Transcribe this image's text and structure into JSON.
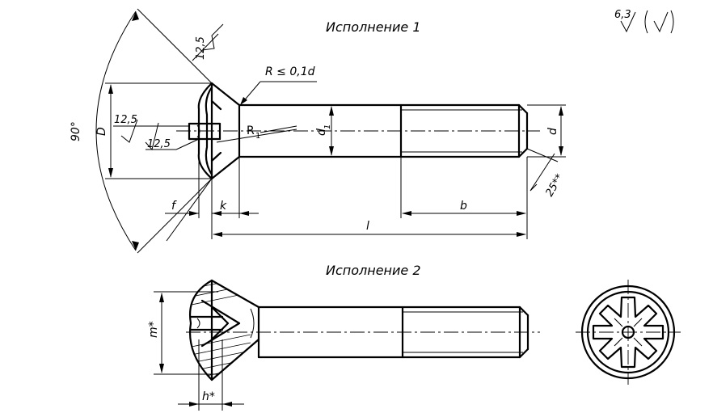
{
  "views": {
    "view1_title": "Исполнение 1",
    "view2_title": "Исполнение 2"
  },
  "roughness": {
    "value": "6,3"
  },
  "dimensions": {
    "angle": "90°",
    "chamfer_roughness": "12,5",
    "radius_note": "R ≤ 0,1d",
    "head_diameter": "D",
    "slot_roughness_1": "12,5",
    "slot_roughness_2": "12,5",
    "fillet_radius": "R",
    "fillet_radius_sub": "1",
    "shank_diameter": "d",
    "shank_diameter_sub": "1",
    "thread_diameter": "d",
    "end_roughness": "25**",
    "dim_f": "f",
    "dim_k": "k",
    "dim_b": "b",
    "dim_l": "l",
    "dim_m": "m*",
    "dim_h": "h*"
  }
}
